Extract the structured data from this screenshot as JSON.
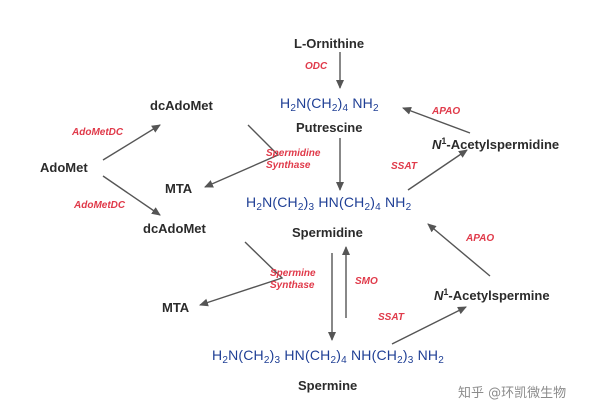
{
  "compounds": {
    "ornithine": "L-Ornithine",
    "putrescine": "Putrescine",
    "spermidine": "Spermidine",
    "spermine": "Spermine",
    "dcadomet_top": "dcAdoMet",
    "dcadomet_bottom": "dcAdoMet",
    "adomet": "AdoMet",
    "mta_top": "MTA",
    "mta_bottom": "MTA",
    "acetylspermidine_prefix": "N",
    "acetylspermidine_sup": "1",
    "acetylspermidine_rest": "-Acetylspermidine",
    "acetylspermine_prefix": "N",
    "acetylspermine_sup": "1",
    "acetylspermine_rest": "-Acetylspermine"
  },
  "formulas": {
    "putrescine": [
      {
        "t": "H"
      },
      {
        "t": "2",
        "sub": true
      },
      {
        "t": "N(CH"
      },
      {
        "t": "2",
        "sub": true
      },
      {
        "t": ")"
      },
      {
        "t": "4",
        "sub": true
      },
      {
        "t": " NH"
      },
      {
        "t": "2",
        "sub": true
      }
    ],
    "spermidine": [
      {
        "t": "H"
      },
      {
        "t": "2",
        "sub": true
      },
      {
        "t": "N(CH"
      },
      {
        "t": "2",
        "sub": true
      },
      {
        "t": ")"
      },
      {
        "t": "3",
        "sub": true
      },
      {
        "t": " HN(CH"
      },
      {
        "t": "2",
        "sub": true
      },
      {
        "t": ")"
      },
      {
        "t": "4",
        "sub": true
      },
      {
        "t": " NH"
      },
      {
        "t": "2",
        "sub": true
      }
    ],
    "spermine": [
      {
        "t": "H"
      },
      {
        "t": "2",
        "sub": true
      },
      {
        "t": "N(CH"
      },
      {
        "t": "2",
        "sub": true
      },
      {
        "t": ")"
      },
      {
        "t": "3",
        "sub": true
      },
      {
        "t": " HN(CH"
      },
      {
        "t": "2",
        "sub": true
      },
      {
        "t": ")"
      },
      {
        "t": "4",
        "sub": true
      },
      {
        "t": " NH(CH"
      },
      {
        "t": "2",
        "sub": true
      },
      {
        "t": ")"
      },
      {
        "t": "3",
        "sub": true
      },
      {
        "t": " NH"
      },
      {
        "t": "2",
        "sub": true
      }
    ]
  },
  "enzymes": {
    "odc": "ODC",
    "apao_top": "APAO",
    "apao_bottom": "APAO",
    "ssat_top": "SSAT",
    "ssat_bottom": "SSAT",
    "smo": "SMO",
    "adometdc_top": "AdoMetDC",
    "adometdc_bottom": "AdoMetDC",
    "spermidine_synthase_1": "Spermidine",
    "spermidine_synthase_2": "Synthase",
    "spermine_synthase_1": "Spermine",
    "spermine_synthase_2": "Synthase"
  },
  "watermark": "知乎 @环凯微生物",
  "colors": {
    "compound_text": "#2b2b2b",
    "formula_text": "#1f3f95",
    "enzyme_text": "#e03a4a",
    "arrow": "#555555"
  }
}
